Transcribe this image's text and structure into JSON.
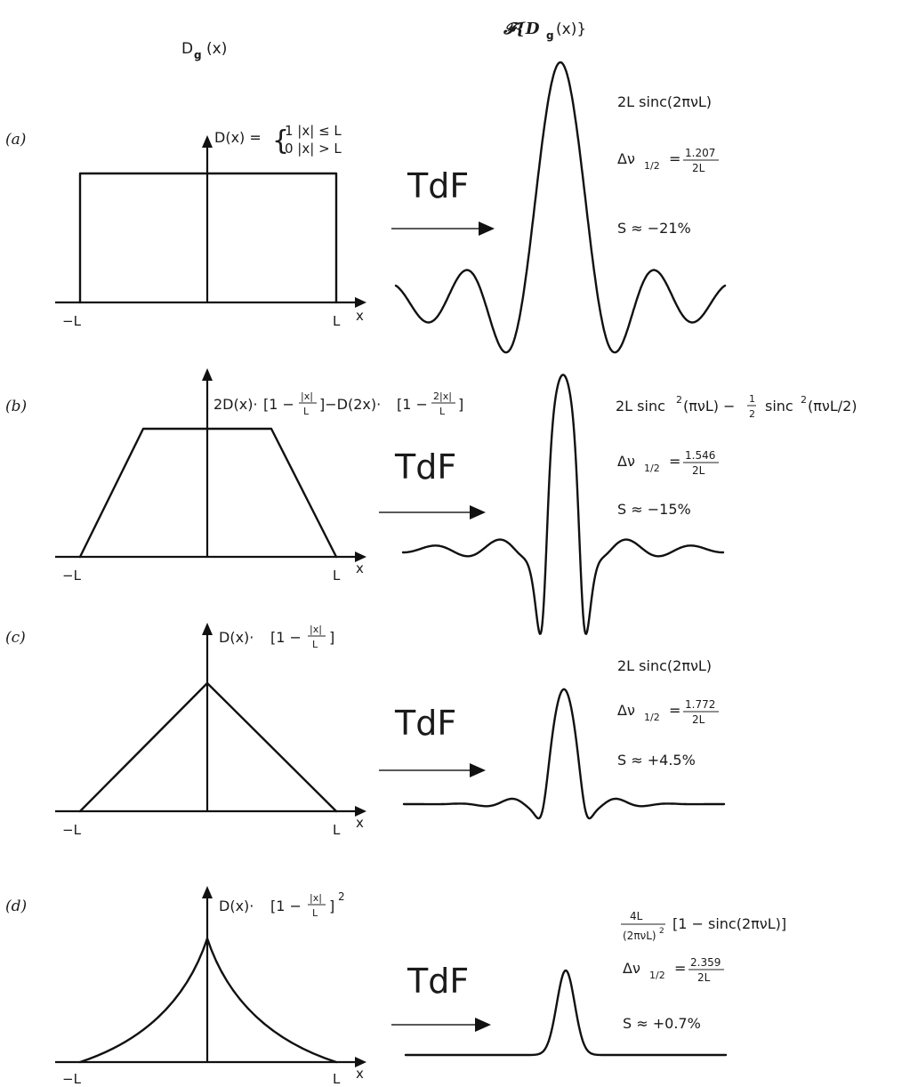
{
  "header": {
    "left_title": "D",
    "left_sub": "g",
    "left_arg": "(x)",
    "right_prefix": "𝓕{D",
    "right_sub": "g",
    "right_arg": "(x)}"
  },
  "axis": {
    "neg_label": "−L",
    "pos_label": "L",
    "var_label": "x"
  },
  "transform_label": "TdF",
  "panels": [
    {
      "label": "(a)",
      "window_lead": "D(x) =",
      "window_case1": "1 |x| ≤ L",
      "window_case2": "0 |x| > L",
      "spectrum": "2L sinc(2πνL)",
      "delta_lhs": "Δν",
      "delta_sub": "1/2",
      "delta_eq": "=",
      "delta_num": "1.207",
      "delta_den": "2L",
      "sidelobe": "S ≈ −21%"
    },
    {
      "label": "(b)",
      "window_p1": "2D(x)·",
      "window_p2": "[1 −",
      "window_f1_num": "|x|",
      "window_f1_den": "L",
      "window_p3": "]−D(2x)·",
      "window_p4": "[1 −",
      "window_f2_num": "2|x|",
      "window_f2_den": "L",
      "window_p5": "]",
      "spectrum_a": "2L sinc",
      "spectrum_a_sup": "2",
      "spectrum_b": "(πνL) −",
      "spectrum_half_num": "1",
      "spectrum_half_den": "2",
      "spectrum_c": "sinc",
      "spectrum_c_sup": "2",
      "spectrum_d": "(πνL/2)",
      "delta_lhs": "Δν",
      "delta_sub": "1/2",
      "delta_eq": "=",
      "delta_num": "1.546",
      "delta_den": "2L",
      "sidelobe": "S ≈ −15%"
    },
    {
      "label": "(c)",
      "window_p1": "D(x)·",
      "window_p2": "[1 −",
      "window_f_num": "|x|",
      "window_f_den": "L",
      "window_p3": "]",
      "spectrum": "2L sinc(2πνL)",
      "delta_lhs": "Δν",
      "delta_sub": "1/2",
      "delta_eq": "=",
      "delta_num": "1.772",
      "delta_den": "2L",
      "sidelobe": "S ≈ +4.5%"
    },
    {
      "label": "(d)",
      "window_p1": "D(x)·",
      "window_p2": "[1 −",
      "window_f_num": "|x|",
      "window_f_den": "L",
      "window_p3": "]",
      "window_sup": "2",
      "spectrum_num": "4L",
      "spectrum_den": "(2πνL)",
      "spectrum_den_sup": "2",
      "spectrum_tail": "[1 − sinc(2πνL)]",
      "delta_lhs": "Δν",
      "delta_sub": "1/2",
      "delta_eq": "=",
      "delta_num": "2.359",
      "delta_den": "2L",
      "sidelobe": "S ≈ +0.7%"
    }
  ]
}
